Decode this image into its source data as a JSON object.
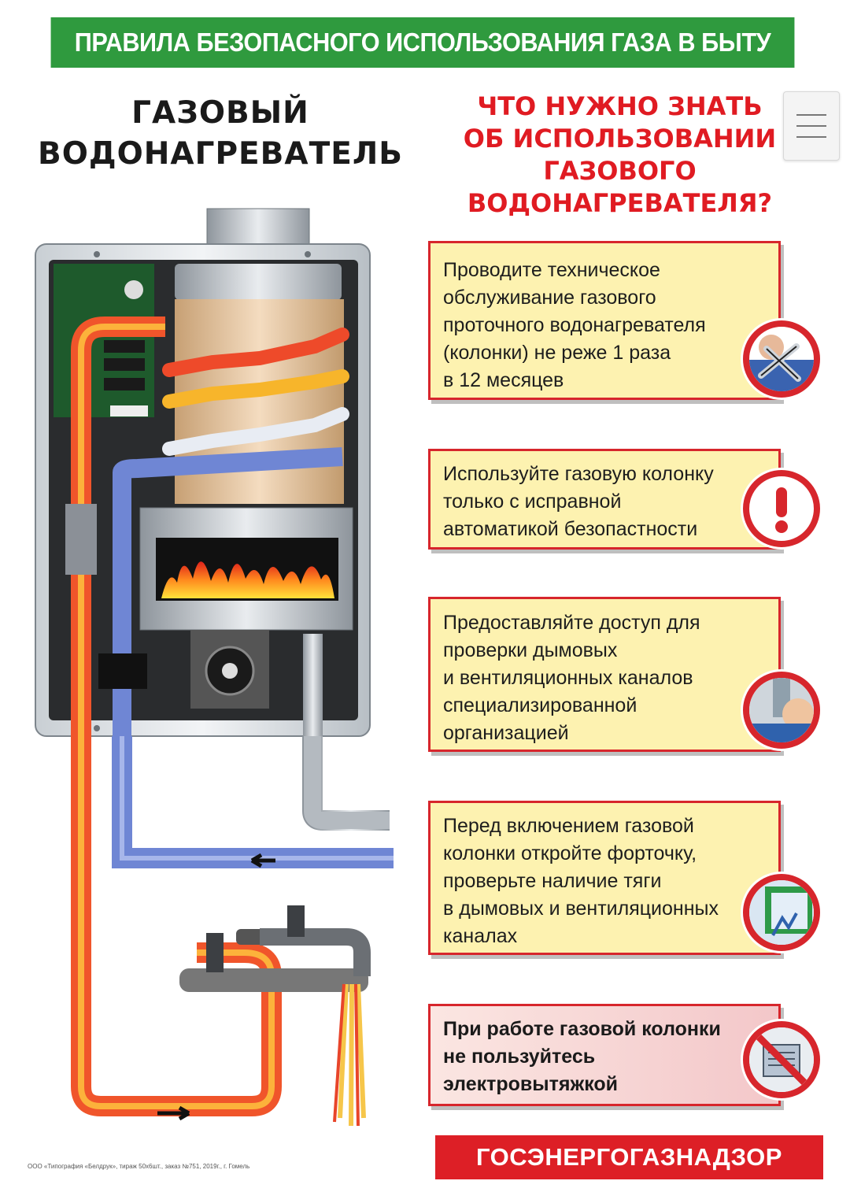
{
  "header": {
    "title": "ПРАВИЛА БЕЗОПАСНОГО ИСПОЛЬЗОВАНИЯ ГАЗА В БЫТУ"
  },
  "left_title": {
    "line1": "ГАЗОВЫЙ",
    "line2": "ВОДОНАГРЕВАТЕЛЬ"
  },
  "right_title": {
    "line1": "ЧТО НУЖНО ЗНАТЬ",
    "line2": "ОБ ИСПОЛЬЗОВАНИИ",
    "line3": "ГАЗОВОГО",
    "line4": "ВОДОНАГРЕВАТЕЛЯ?"
  },
  "menu": {
    "icon": "hamburger-menu-icon"
  },
  "rules": [
    {
      "lines": [
        "Проводите техническое",
        "обслуживание газового",
        "проточного водонагревателя",
        "(колонки) не реже 1 раза",
        "в 12 месяцев"
      ],
      "icon": "wrench-tools-icon"
    },
    {
      "lines": [
        "Используйте газовую колонку",
        "только с исправной",
        "автоматикой безопастности"
      ],
      "icon": "exclamation-icon"
    },
    {
      "lines": [
        "Предоставляйте доступ для",
        "проверки дымовых",
        "и вентиляционных каналов",
        "специализированной",
        "организацией"
      ],
      "icon": "ventilation-duct-icon"
    },
    {
      "lines": [
        "Перед включением газовой",
        "колонки откройте форточку,",
        "проверьте наличие тяги",
        "в дымовых и вентиляционных",
        "каналах"
      ],
      "icon": "open-window-icon"
    },
    {
      "lines": [
        "При работе газовой колонки",
        "не пользуйтесь",
        "электровытяжкой"
      ],
      "icon": "no-extractor-hood-icon"
    }
  ],
  "footer_banner": "ГОСЭНЕРГОГАЗНАДЗОР",
  "imprint": "ООО «Типография «Белдрук», тираж 50х6шт., заказ №751, 2019г., г. Гомель",
  "colors": {
    "green": "#2f9a3e",
    "red": "#dd1f26",
    "card": "#fdf2b0",
    "hot_pipe": "#e8452a",
    "cold_pipe": "#6f86d4"
  }
}
